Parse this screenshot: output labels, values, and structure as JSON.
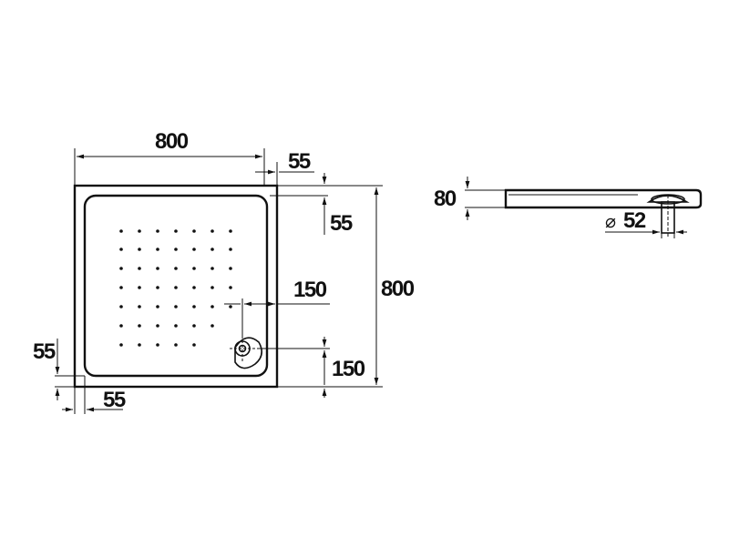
{
  "drawing": {
    "ink_color": "#111111",
    "background": "#ffffff",
    "dimensions": {
      "width_top": "800",
      "rim_top_right": "55",
      "rim_right_top": "55",
      "drain_offset_x": "150",
      "height_right": "800",
      "rim_left_bottom": "55",
      "drain_offset_y": "150",
      "rim_bottom_left": "55",
      "side_thickness": "80",
      "drain_diameter_symbol": "⌀",
      "drain_diameter": "52"
    }
  }
}
